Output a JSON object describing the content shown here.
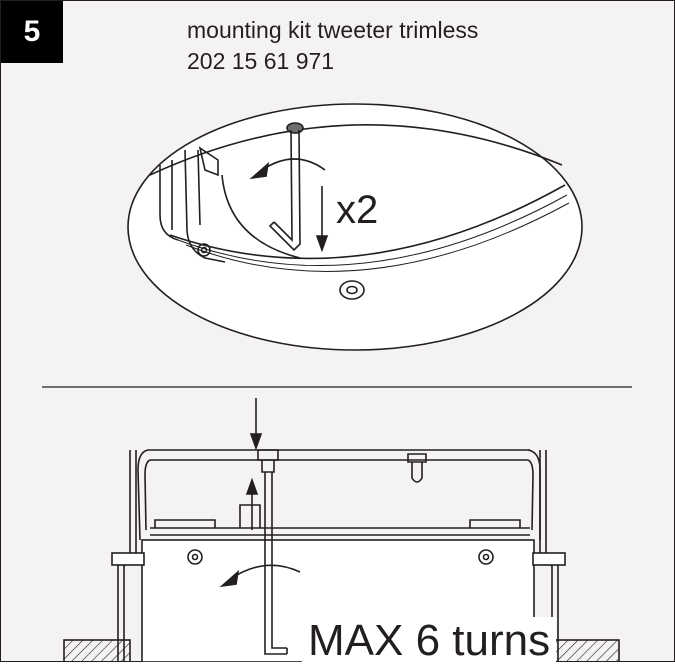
{
  "step": {
    "number": "5"
  },
  "title": {
    "line1": "mounting kit tweeter trimless",
    "line2": "202 15 61 971"
  },
  "detail": {
    "repeat_label": "x2"
  },
  "assembly": {
    "turns_label": "MAX 6 turns"
  },
  "colors": {
    "ink": "#231f20",
    "background": "#f4f3f2",
    "badge": "#000000",
    "paper": "#ffffff"
  }
}
